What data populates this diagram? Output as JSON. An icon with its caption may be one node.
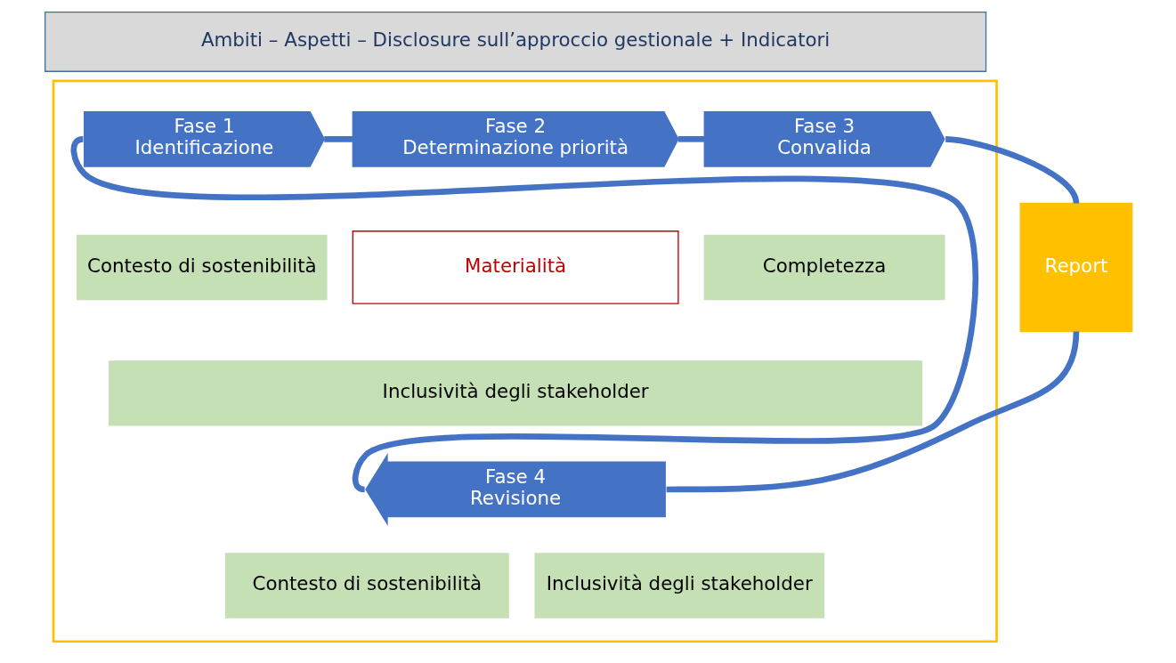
{
  "diagram": {
    "nodes": [
      {
        "text": [
          "Ambiti – Aspetti – Disclosure sull’approccio gestionale + Indicatori"
        ]
      },
      {
        "text": [],
        "shape": "box"
      },
      {
        "text": [
          "Fase 1",
          "Identificazione"
        ],
        "in": 1
      },
      {
        "text": [
          "Fase 2",
          "Determinazione priorità"
        ],
        "in": 1
      },
      {
        "text": [
          "Fase 3",
          "Convalida"
        ],
        "in": 1
      },
      {
        "text": [
          "Contesto di sostenibilità"
        ],
        "in": 1
      },
      {
        "text": [
          "Materialità"
        ],
        "in": 1
      },
      {
        "text": [
          "Completezza"
        ],
        "in": 1
      },
      {
        "text": [
          "Inclusività degli stakeholder"
        ],
        "in": 1
      },
      {
        "text": [
          "Report"
        ]
      },
      {
        "text": [
          "Fase 4",
          "Revisione"
        ],
        "in": 1
      },
      {
        "text": [
          "Contesto di sostenibilità"
        ],
        "in": 1
      },
      {
        "text": [
          "Inclusività degli stakeholder"
        ],
        "in": 1
      }
    ],
    "edges": [
      {
        "from": 2,
        "to": 3,
        "arrow": "none"
      },
      {
        "from": 3,
        "to": 4,
        "arrow": "none"
      },
      {
        "from": 4,
        "to": 9,
        "arrow": "none"
      },
      {
        "from": 9,
        "to": 10,
        "arrow": "none"
      },
      {
        "from": 10,
        "to": 2,
        "arrow": "none"
      }
    ]
  }
}
